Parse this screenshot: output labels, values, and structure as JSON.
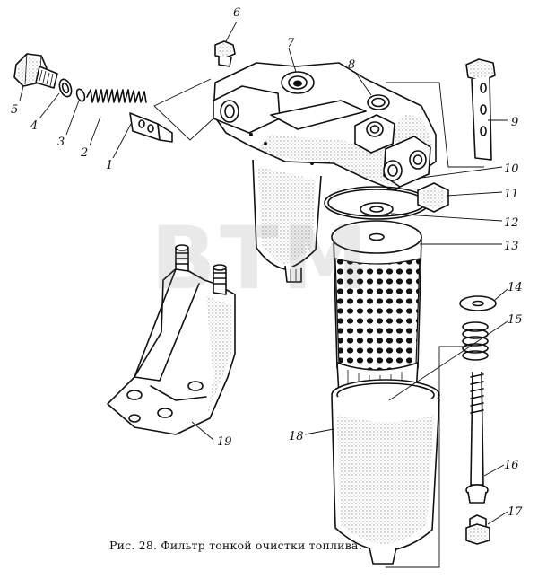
{
  "figure": {
    "caption": "Рис. 28. Фильтр тонкой очистки топлива:",
    "watermark": "ВТМ",
    "callouts": [
      {
        "id": "c1",
        "text": "1"
      },
      {
        "id": "c2",
        "text": "2"
      },
      {
        "id": "c3",
        "text": "3"
      },
      {
        "id": "c4",
        "text": "4"
      },
      {
        "id": "c5",
        "text": "5"
      },
      {
        "id": "c6",
        "text": "6"
      },
      {
        "id": "c7",
        "text": "7"
      },
      {
        "id": "c8",
        "text": "8"
      },
      {
        "id": "c9",
        "text": "9"
      },
      {
        "id": "c10",
        "text": "10"
      },
      {
        "id": "c11",
        "text": "11"
      },
      {
        "id": "c12",
        "text": "12"
      },
      {
        "id": "c13",
        "text": "13"
      },
      {
        "id": "c14",
        "text": "14"
      },
      {
        "id": "c15",
        "text": "15"
      },
      {
        "id": "c16",
        "text": "16"
      },
      {
        "id": "c17",
        "text": "17"
      },
      {
        "id": "c18",
        "text": "18"
      },
      {
        "id": "c19",
        "text": "19"
      }
    ]
  }
}
